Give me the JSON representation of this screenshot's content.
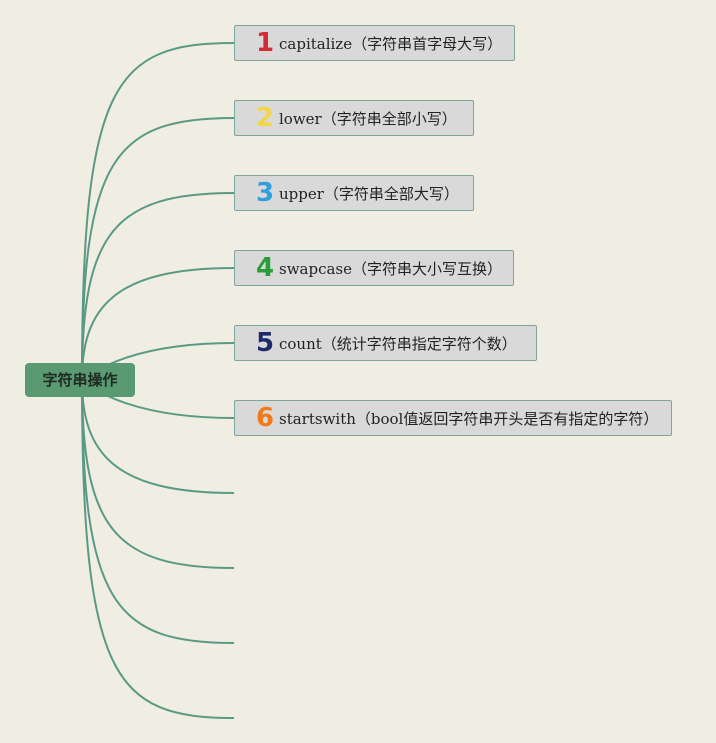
{
  "root": {
    "label": "字符串操作"
  },
  "items": [
    {
      "number": "1",
      "label": "capitalize（字符串首字母大写）",
      "color": "#d42b34"
    },
    {
      "number": "2",
      "label": "lower（字符串全部小写）",
      "color": "#f3d54a"
    },
    {
      "number": "3",
      "label": "upper（字符串全部大写）",
      "color": "#2f9fe0"
    },
    {
      "number": "4",
      "label": "swapcase（字符串大小写互换）",
      "color": "#2a9c3a"
    },
    {
      "number": "5",
      "label": "count（统计字符串指定字符个数）",
      "color": "#1d2a6b"
    },
    {
      "number": "6",
      "label": "startswith（bool值返回字符串开头是否有指定的字符）",
      "color": "#f07a1a"
    }
  ],
  "colors": {
    "background": "#f0ede3",
    "root_fill": "#5a9a72",
    "connector": "#5a9a85",
    "node_fill": "#d9d9d9",
    "node_border": "#7fa69a"
  },
  "empty_branch_count": 4
}
